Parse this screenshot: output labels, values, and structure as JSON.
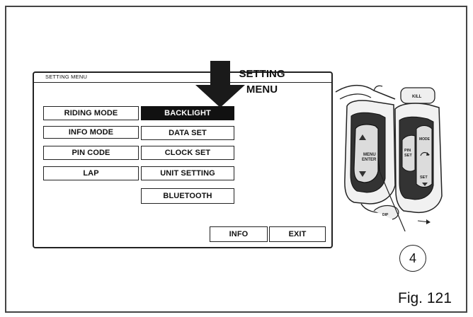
{
  "menu": {
    "title": "SETTING MENU",
    "left_column": [
      "RIDING MODE",
      "INFO MODE",
      "PIN CODE",
      "LAP"
    ],
    "right_column": [
      "BACKLIGHT",
      "DATA SET",
      "CLOCK SET",
      "UNIT SETTING",
      "BLUETOOTH"
    ],
    "selected": "BACKLIGHT",
    "side_label_line1": "SETTING",
    "side_label_line2": "MENU",
    "info_button": "INFO",
    "exit_button": "EXIT"
  },
  "switch_labels": {
    "menu_line1": "MENU",
    "menu_line2": "ENTER",
    "pin": "PIN",
    "set": "SET",
    "set_small": "SET",
    "mode": "MODE",
    "kill": "KILL",
    "dip": "DIP"
  },
  "callout": "4",
  "figure_label": "Fig. 121",
  "colors": {
    "line": "#222222",
    "selected_bg": "#111111",
    "selected_text": "#ffffff"
  }
}
